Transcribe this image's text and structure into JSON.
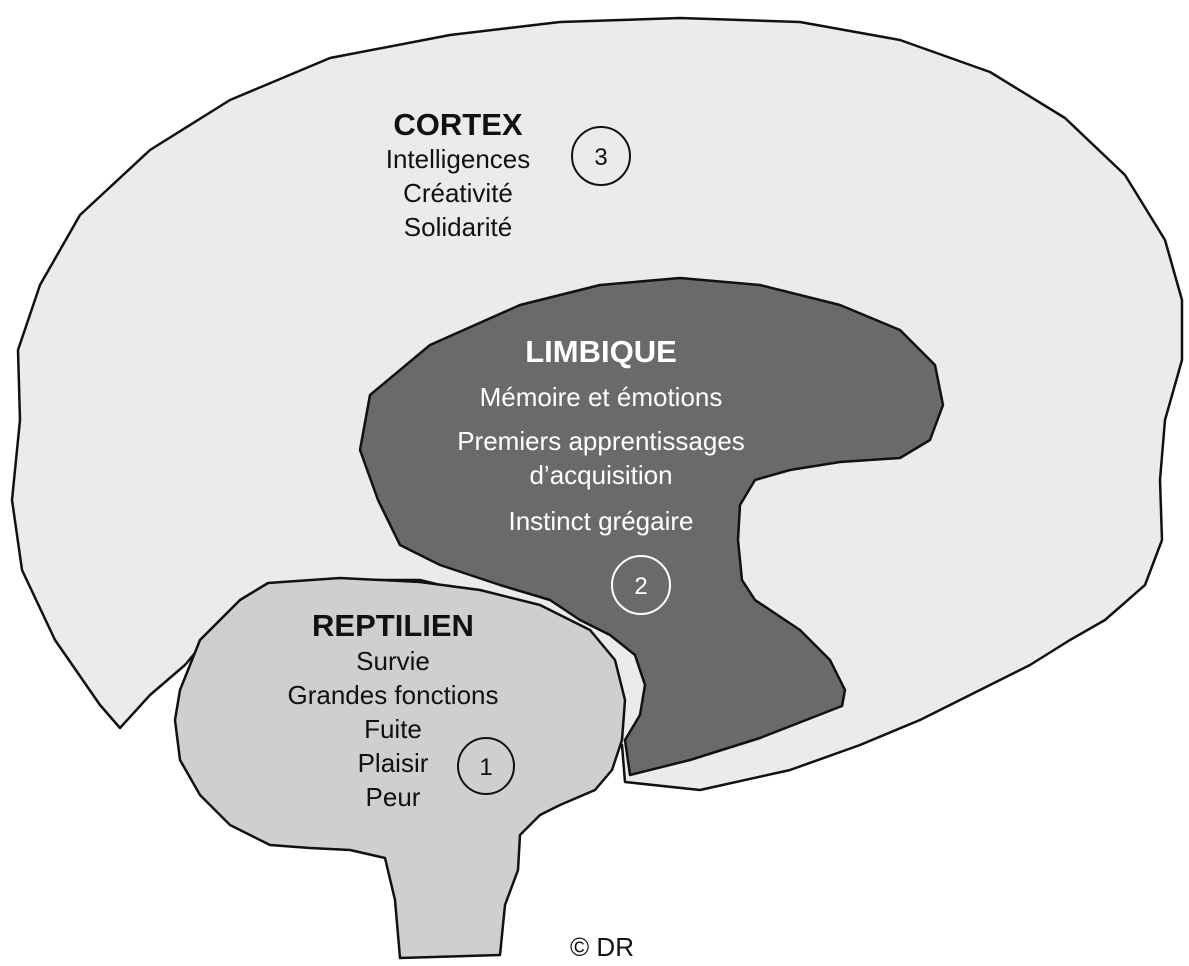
{
  "regions": {
    "cortex": {
      "title": "CORTEX",
      "number": "3",
      "lines": [
        "Intelligences",
        "Créativité",
        "Solidarité"
      ],
      "fill": "#ebebeb"
    },
    "limbique": {
      "title": "LIMBIQUE",
      "number": "2",
      "lines": [
        "Mémoire et émotions",
        "Premiers apprentissages",
        "d’acquisition",
        "Instinct grégaire"
      ],
      "fill": "#6a6a6a"
    },
    "reptilien": {
      "title": "REPTILIEN",
      "number": "1",
      "lines": [
        "Survie",
        "Grandes fonctions",
        "Fuite",
        "Plaisir",
        "Peur"
      ],
      "fill": "#cfcfcf"
    }
  },
  "credit": "© DR",
  "outline_color": "#111111"
}
